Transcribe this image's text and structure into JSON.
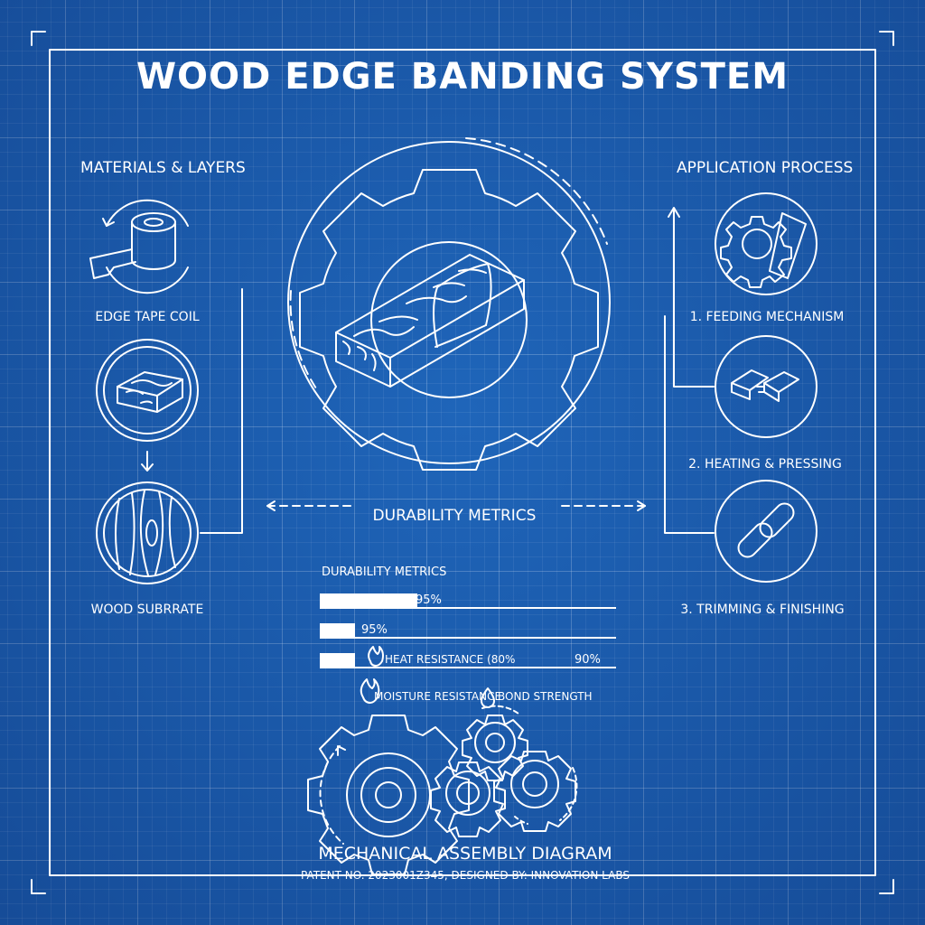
{
  "title": "WOOD EDGE BANDING SYSTEM",
  "left_panel": {
    "heading": "MATERIALS & LAYERS",
    "items": [
      "EDGE TAPE COIL",
      "WOOD SUBRRATE"
    ]
  },
  "right_panel": {
    "heading": "APPLICATION PROCESS",
    "steps": [
      "1. FEEDING MECHANISM",
      "2. HEATING & PRESSING",
      "3. TRIMMING & FINISHING"
    ]
  },
  "durability": {
    "heading": "DURABILITY METRICS",
    "subheading": "DURABILITY METRICS",
    "bars": [
      {
        "value_label": "95%",
        "fill": 0.33
      },
      {
        "value_label": "95%",
        "fill": 0.12
      },
      {
        "text": "HEAT RESISTANCE (80%",
        "value_label": "90%",
        "fill": 0.12
      }
    ],
    "legend": [
      "MOISTURE RESISTANCE",
      "BOND STRENGTH"
    ]
  },
  "footer": {
    "title": "MECHANICAL ASSEMBLY DIAGRAM",
    "patent": "PATENT NO. 2023001Z345, DESIGNED BY: INNOVATION LABS"
  }
}
